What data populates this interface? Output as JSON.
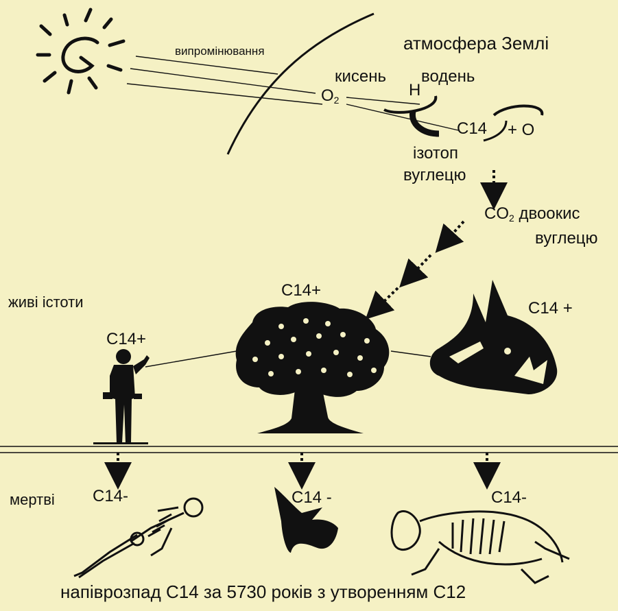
{
  "labels": {
    "radiation": "випромінювання",
    "atmosphere": "атмосфера Землі",
    "oxygen": "кисень",
    "hydrogen_symbol": "H",
    "hydrogen": "водень",
    "o2_symbol": "O",
    "o2_sub": "2",
    "c14": "C14",
    "plus_o": "+ O",
    "isotope_line1": "ізотоп",
    "isotope_line2": "вуглецю",
    "co2_prefix": "CO",
    "co2_sub": "2",
    "co2_word": "двоокис",
    "co2_line2": "вуглецю",
    "living": "живі істоти",
    "man_c14": "C14+",
    "tree_c14": "C14+",
    "horse_c14": "C14 +",
    "dead": "мертві",
    "skeleton_c14": "C14-",
    "stump_c14": "C14 -",
    "horse_skeleton_c14": "C14-",
    "caption": "напіврозпад C14 за 5730 років з утворенням C12"
  },
  "icons": [
    "sun-icon",
    "atom-orbit-icon",
    "man-icon",
    "tree-icon",
    "horse-head-icon",
    "human-skeleton-icon",
    "tree-stump-icon",
    "horse-skeleton-icon",
    "dotted-arrow-icon"
  ],
  "colors": {
    "background": "#f5f1c4",
    "ink": "#111111"
  }
}
